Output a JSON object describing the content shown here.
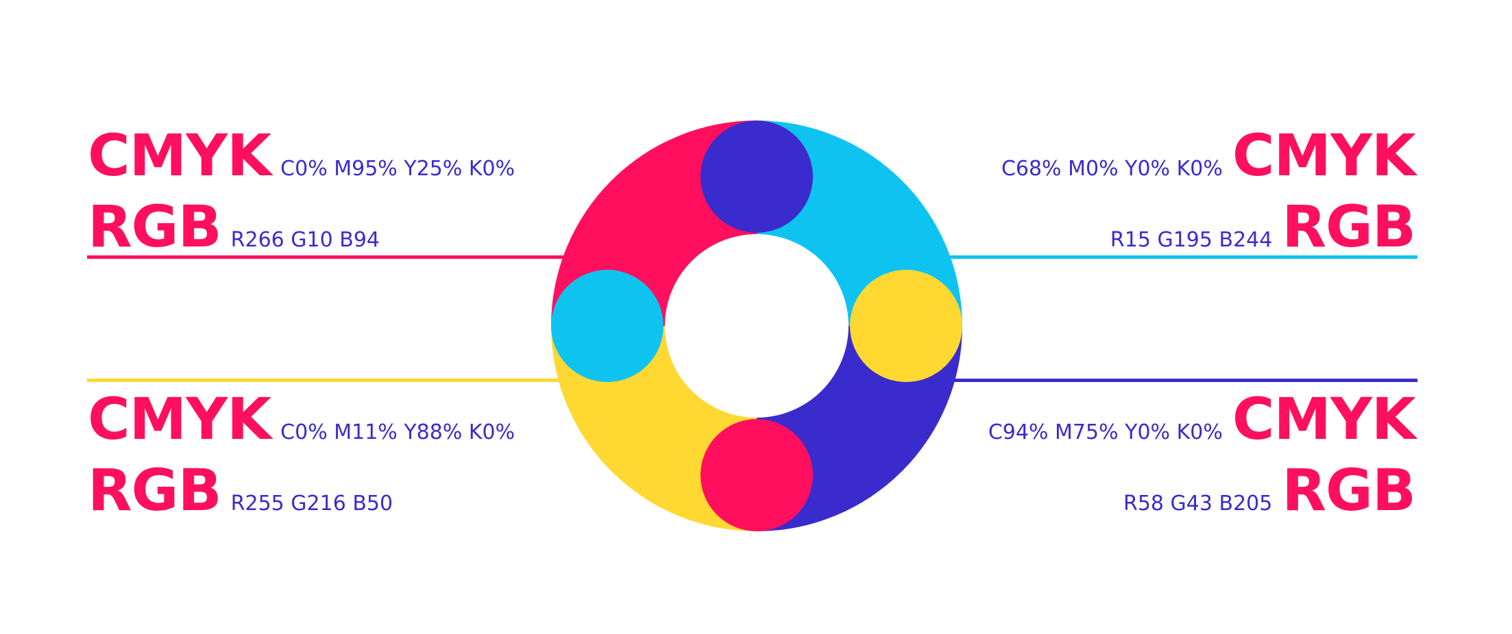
{
  "colors": {
    "label": "#ff0f5e",
    "value": "#3a2bcd",
    "magenta": "#ff0f5e",
    "cyan": "#0fc3f0",
    "yellow": "#ffd832",
    "indigo": "#3a2bcd"
  },
  "swatches": {
    "top_left": {
      "cmyk_label": "CMYK",
      "cmyk_value": "C0% M95% Y25% K0%",
      "rgb_label": "RGB",
      "rgb_value": "R266 G10 B94"
    },
    "top_right": {
      "cmyk_label": "CMYK",
      "cmyk_value": "C68% M0% Y0% K0%",
      "rgb_label": "RGB",
      "rgb_value": "R15 G195 B244"
    },
    "bottom_left": {
      "cmyk_label": "CMYK",
      "cmyk_value": "C0% M11% Y88% K0%",
      "rgb_label": "RGB",
      "rgb_value": "R255 G216 B50"
    },
    "bottom_right": {
      "cmyk_label": "CMYK",
      "cmyk_value": "C94% M75% Y0% K0%",
      "rgb_label": "RGB",
      "rgb_value": "R58 G43 B205"
    }
  }
}
